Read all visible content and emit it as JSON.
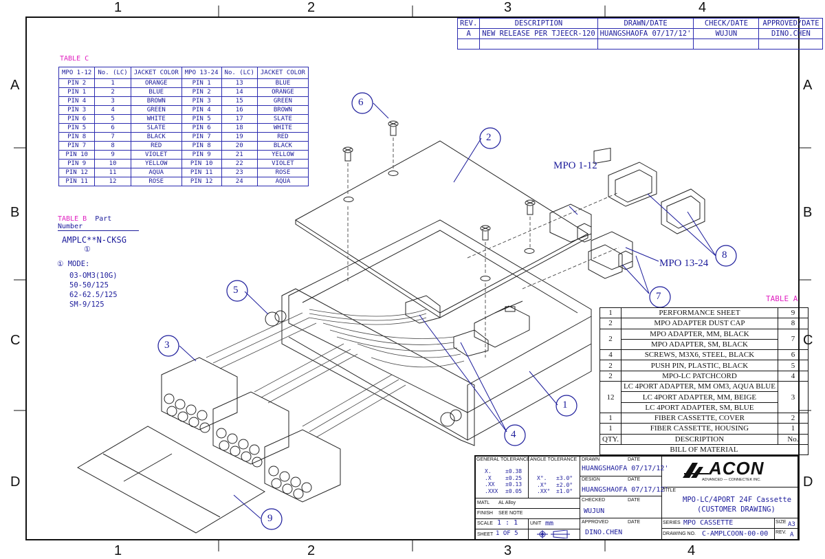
{
  "zones": {
    "cols": [
      "1",
      "2",
      "3",
      "4"
    ],
    "rows": [
      "A",
      "B",
      "C",
      "D"
    ]
  },
  "rev_table": {
    "headers": [
      "REV.",
      "DESCRIPTION",
      "DRAWN/DATE",
      "CHECK/DATE",
      "APPROVED/DATE"
    ],
    "row": [
      "A",
      "NEW RELEASE PER TJEECR-120",
      "HUANGSHAOFA 07/17/12'",
      "WUJUN",
      "DINO.CHEN"
    ]
  },
  "table_c": {
    "title": "TABLE C",
    "headers": [
      "MPO 1-12",
      "No. (LC)",
      "JACKET COLOR",
      "MPO 13-24",
      "No. (LC)",
      "JACKET COLOR"
    ],
    "rows": [
      [
        "PIN 2",
        "1",
        "ORANGE",
        "PIN 1",
        "13",
        "BLUE"
      ],
      [
        "PIN 1",
        "2",
        "BLUE",
        "PIN 2",
        "14",
        "ORANGE"
      ],
      [
        "PIN 4",
        "3",
        "BROWN",
        "PIN 3",
        "15",
        "GREEN"
      ],
      [
        "PIN 3",
        "4",
        "GREEN",
        "PIN 4",
        "16",
        "BROWN"
      ],
      [
        "PIN 6",
        "5",
        "WHITE",
        "PIN 5",
        "17",
        "SLATE"
      ],
      [
        "PIN 5",
        "6",
        "SLATE",
        "PIN 6",
        "18",
        "WHITE"
      ],
      [
        "PIN 8",
        "7",
        "BLACK",
        "PIN 7",
        "19",
        "RED"
      ],
      [
        "PIN 7",
        "8",
        "RED",
        "PIN 8",
        "20",
        "BLACK"
      ],
      [
        "PIN 10",
        "9",
        "VIOLET",
        "PIN 9",
        "21",
        "YELLOW"
      ],
      [
        "PIN 9",
        "10",
        "YELLOW",
        "PIN 10",
        "22",
        "VIOLET"
      ],
      [
        "PIN 12",
        "11",
        "AQUA",
        "PIN 11",
        "23",
        "ROSE"
      ],
      [
        "PIN 11",
        "12",
        "ROSE",
        "PIN 12",
        "24",
        "AQUA"
      ]
    ]
  },
  "table_b": {
    "title": "TABLE B",
    "subtitle": "Part Number",
    "part_number": "AMPLC**N-CKSG",
    "marker": "①",
    "mode_title": "① MODE:",
    "modes": [
      "03-OM3(10G)",
      "50-50/125",
      "62-62.5/125",
      "SM-9/125"
    ]
  },
  "table_a": {
    "title": "TABLE A",
    "rows": [
      {
        "qty": "1",
        "desc": "PERFORMANCE SHEET",
        "no": "9"
      },
      {
        "qty": "2",
        "desc": "MPO ADAPTER DUST CAP",
        "no": "8"
      },
      {
        "qty": "2",
        "desc": "MPO ADAPTER, MM, BLACK",
        "no": "7"
      },
      {
        "qty": "",
        "desc": "MPO ADAPTER, SM, BLACK",
        "no": ""
      },
      {
        "qty": "4",
        "desc": "SCREWS, M3X6, STEEL, BLACK",
        "no": "6"
      },
      {
        "qty": "2",
        "desc": "PUSH PIN, PLASTIC, BLACK",
        "no": "5"
      },
      {
        "qty": "2",
        "desc": "MPO-LC PATCHCORD",
        "no": "4"
      },
      {
        "qty": "12",
        "desc": "LC 4PORT ADAPTER, MM OM3, AQUA BLUE",
        "no": "3"
      },
      {
        "qty": "",
        "desc": "LC 4PORT ADAPTER, MM, BEIGE",
        "no": ""
      },
      {
        "qty": "",
        "desc": "LC 4PORT ADAPTER, SM, BLUE",
        "no": ""
      },
      {
        "qty": "1",
        "desc": "FIBER CASSETTE, COVER",
        "no": "2"
      },
      {
        "qty": "1",
        "desc": "FIBER CASSETTE, HOUSING",
        "no": "1"
      }
    ],
    "footer": {
      "qty": "QTY.",
      "desc": "DESCRIPTION",
      "no": "No."
    },
    "caption": "BILL OF MATERIAL"
  },
  "title_block": {
    "general_tolerance": "GENERAL TOLERANCE",
    "angle_tolerance": "ANGLE TOLERANCE",
    "tol_labels": [
      "X.",
      ".X",
      ".XX",
      ".XXX"
    ],
    "tol_values": [
      "±0.38",
      "±0.25",
      "±0.13",
      "±0.05"
    ],
    "ang_labels": [
      "X°.",
      ".X°",
      ".XX°"
    ],
    "ang_values": [
      "±3.0°",
      "±2.0°",
      "±1.0°"
    ],
    "matl_label": "MATL",
    "matl": "AL Alloy",
    "finish_label": "FINISH",
    "finish": "SEE NOTE",
    "scale_label": "SCALE",
    "scale": "1 : 1",
    "unit_label": "UNIT",
    "unit": "mm",
    "sheet_label": "SHEET",
    "sheet": "1 OF 5",
    "drawn_label": "DRAWN",
    "date_label": "DATE",
    "drawn": "HUANGSHAOFA 07/17/12'",
    "design_label": "DESIGN",
    "design": "HUANGSHAOFA 07/17/12'",
    "checked_label": "CHECKED",
    "checked": "WUJUN",
    "approved_label": "APPROVED",
    "approved": "DINO.CHEN",
    "logo": "ACON",
    "logo_sub": "ADVANCED — CONNECTEK INC.",
    "title_label": "TITLE",
    "title_1": "MPO-LC/4PORT 24F Cassette",
    "title_2": "(CUSTOMER DRAWING)",
    "series_label": "SERIES",
    "series": "MPO CASSETTE",
    "size_label": "SIZE",
    "size": "A3",
    "drawing_no_label": "DRAWING NO.",
    "drawing_no": "C-AMPLCOON-00-00",
    "rev_label": "REV.",
    "rev": "A"
  },
  "callouts": {
    "mpo_1_12": "MPO 1-12",
    "mpo_13_24": "MPO 13-24",
    "balloons": [
      "1",
      "2",
      "3",
      "4",
      "5",
      "6",
      "7",
      "8",
      "9"
    ]
  },
  "colors": {
    "ink": "#1a1a9a",
    "highlight": "#e020c0",
    "frame": "#111111"
  }
}
